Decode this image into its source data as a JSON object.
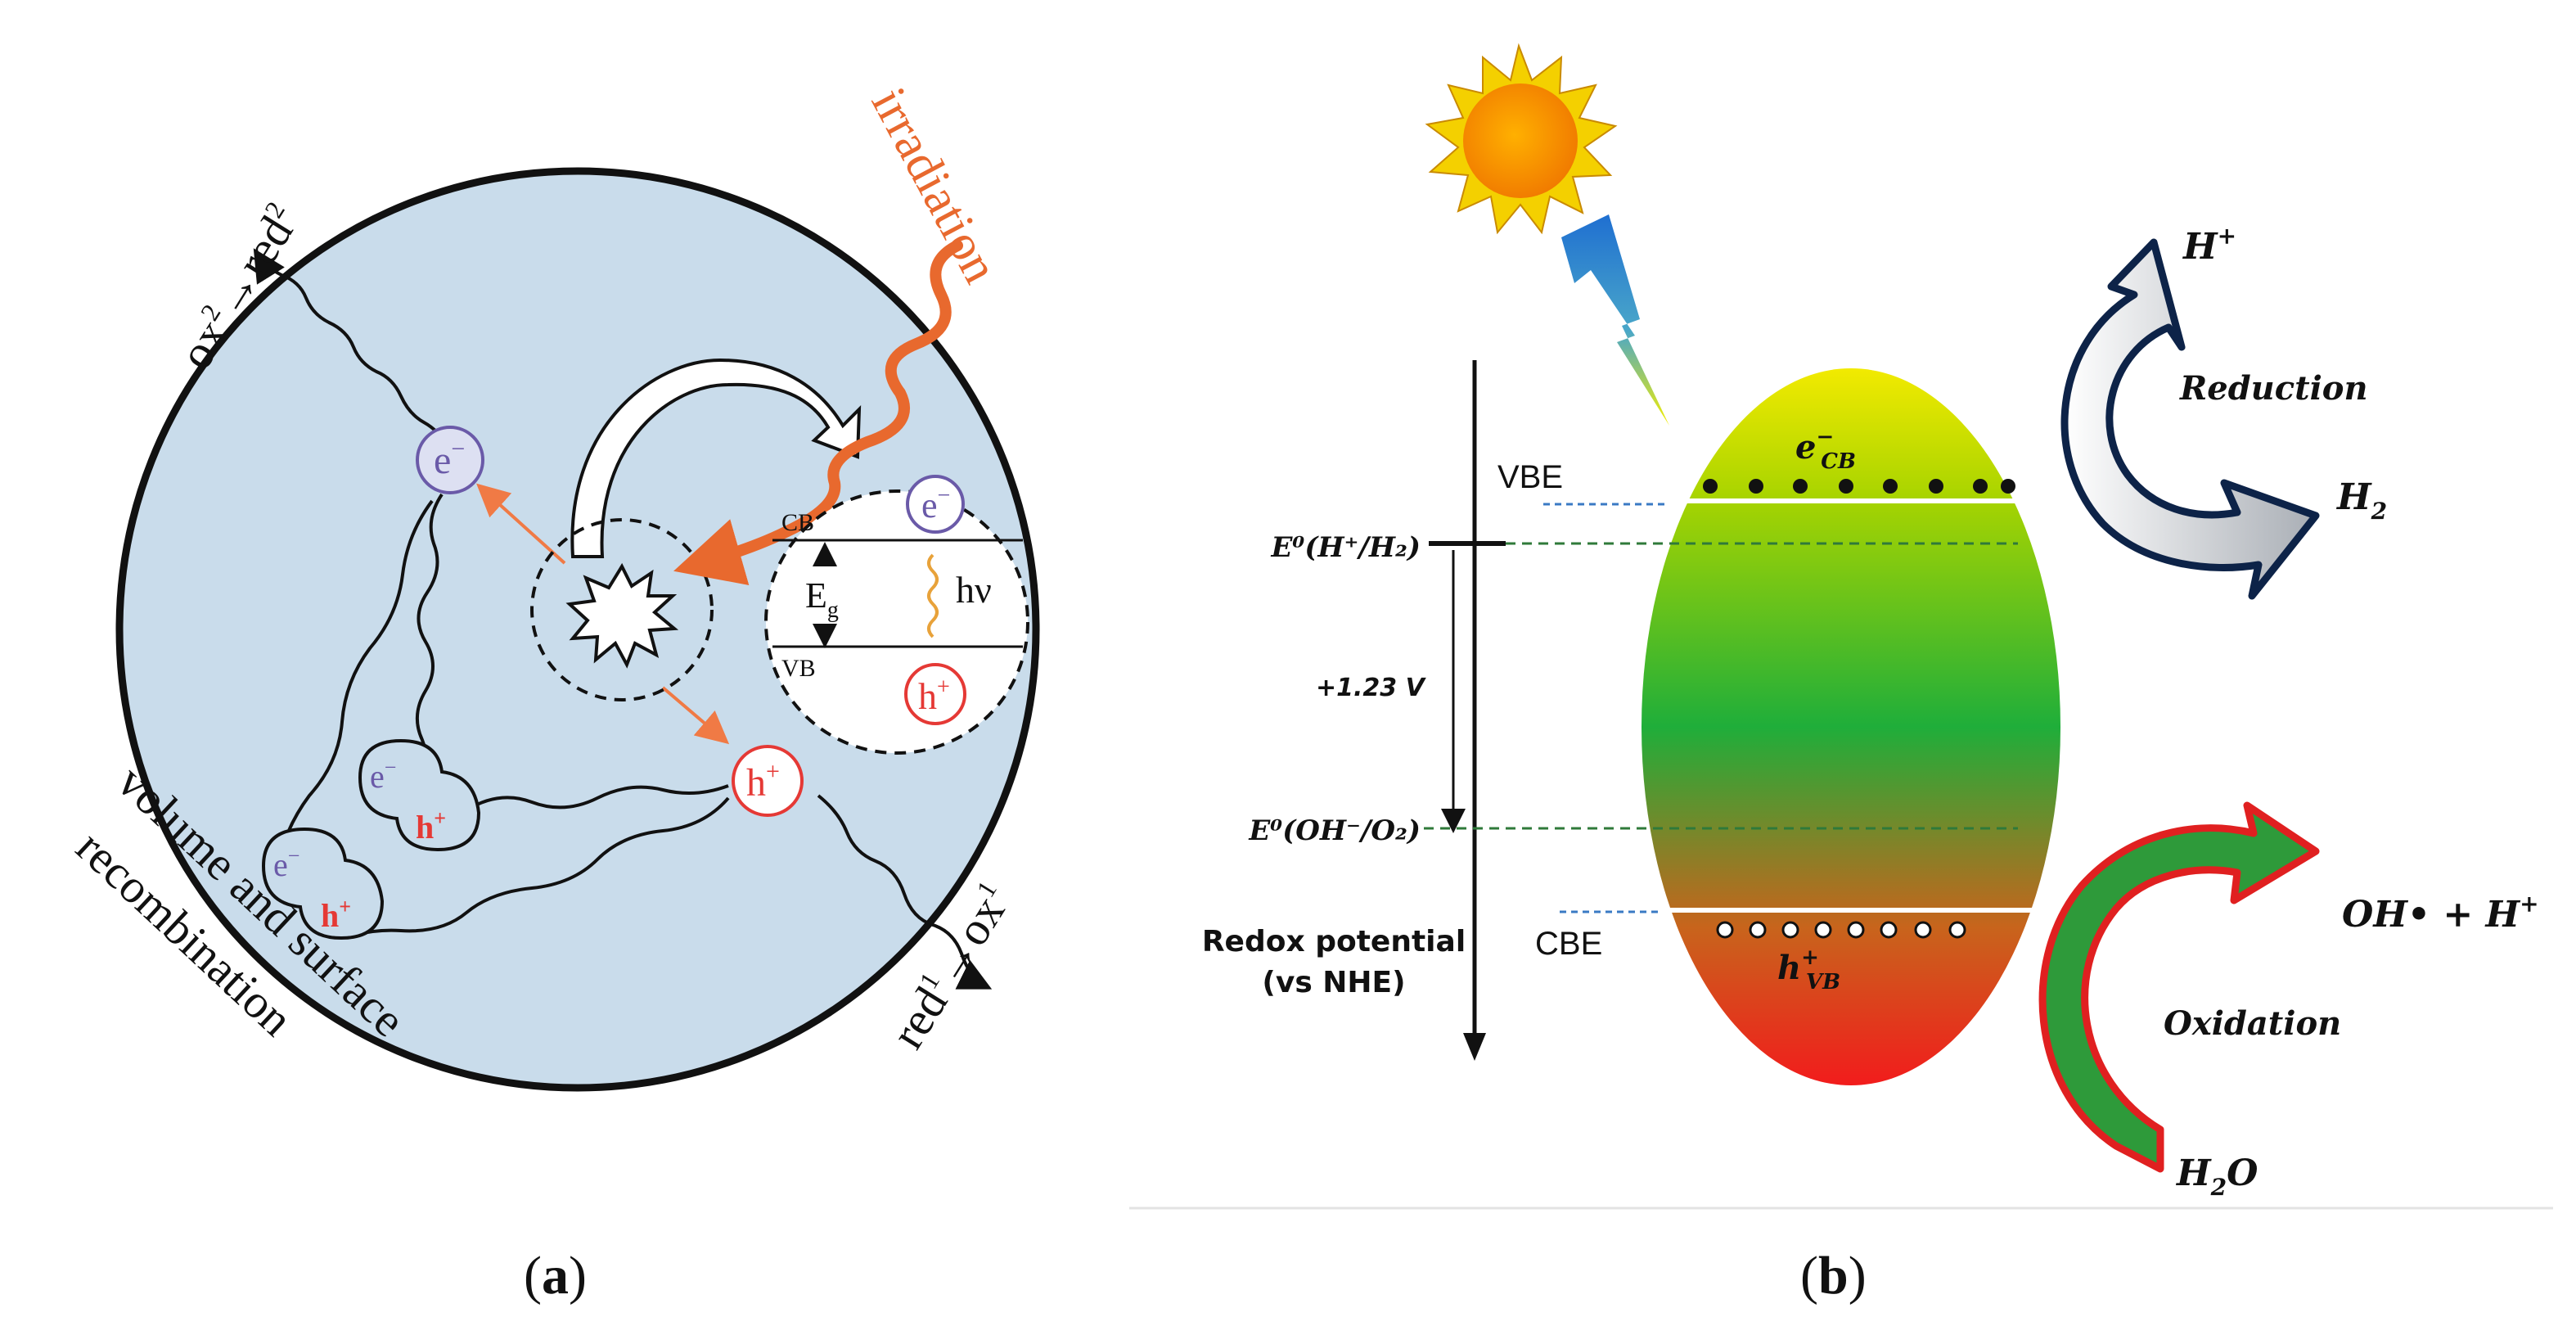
{
  "panel_a": {
    "caption_letter": "a",
    "labels": {
      "irradiation": "irradiation",
      "ox2": "ox",
      "ox2_sup": "2",
      "red2": "red",
      "red2_sup": "2",
      "red1": "red",
      "red1_sup": "1",
      "ox1": "ox",
      "ox1_sup": "1",
      "arrow": "→",
      "recomb_line1": "volume and surface",
      "recomb_line2": "recombination",
      "electron": "e",
      "electron_sup": "−",
      "hole": "h",
      "hole_sup": "+",
      "cb": "CB",
      "vb": "VB",
      "eg": "E",
      "eg_sub": "g",
      "hnu": "hν"
    },
    "colors": {
      "particle_bg": "#c9dceb",
      "irradiation": "#e8692e",
      "electron": "#6a5aa8",
      "hole": "#e53935",
      "orange_arrow": "#f07a45"
    }
  },
  "panel_b": {
    "caption_letter": "b",
    "labels": {
      "vbe": "VBE",
      "cbe": "CBE",
      "e0_h": "E⁰(H⁺/H₂)",
      "e0_oh": "E⁰(OH⁻/O₂)",
      "voltage": "+1.23 V",
      "redox_line1": "Redox potential",
      "redox_line2": "(vs NHE)",
      "ecb": "e",
      "ecb_sup": "−",
      "ecb_sub": "CB",
      "hvb": "h",
      "hvb_sup": "+",
      "hvb_sub": "VB",
      "reduction": "Reduction",
      "oxidation": "Oxidation",
      "h_plus": "H",
      "h_plus_sup": "+",
      "h2": "H",
      "h2_sub": "2",
      "product_ox": "OH• + H",
      "product_ox_sup": "+",
      "h2o_h": "H",
      "h2o_sub": "2",
      "h2o_o": "O"
    },
    "colors": {
      "ellipse_top": "#f2ea00",
      "ellipse_mid": "#1fae3a",
      "ellipse_bottom": "#f21c1c",
      "reduction_arrow_outline": "#0d2348",
      "oxidation_arrow_outline": "#e02020",
      "oxidation_arrow_fill": "#2e9a3a",
      "sun": "#f5a300"
    }
  }
}
